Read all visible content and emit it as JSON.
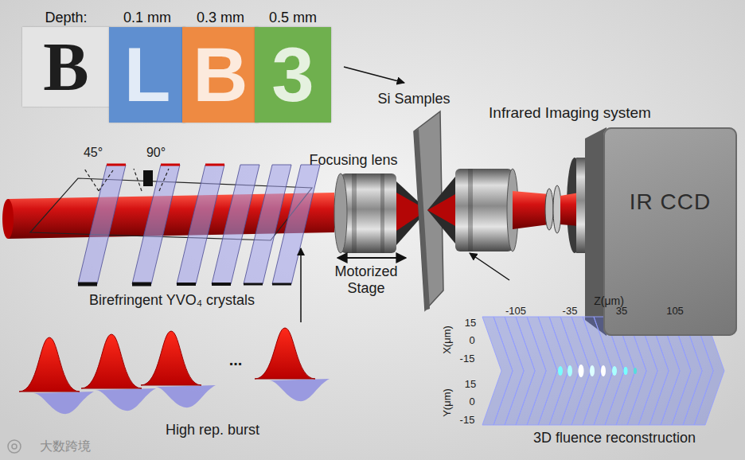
{
  "diagram": {
    "nodes": [
      {
        "text": [
          "Depth:",
          "B"
        ]
      },
      {
        "text": [
          "0.1 mm",
          "L"
        ]
      },
      {
        "text": [
          "0.3 mm",
          "B"
        ]
      },
      {
        "text": [
          "0.5 mm",
          "3"
        ]
      },
      {
        "text": [
          "IR CCD"
        ]
      }
    ],
    "labels": [
      "Si Samples",
      "Infrared Imaging system",
      "Focusing lens",
      "45°",
      "90°",
      "Birefringent YVO₄ crystals",
      "Motorized Stage",
      "High rep. burst",
      "...",
      "Z(μm)",
      "-105",
      "-35",
      "35",
      "105",
      "X(μm)",
      "15",
      "0",
      "-15",
      "Y(μm)",
      "15",
      "0",
      "-15",
      "3D fluence reconstruction",
      "大数跨境"
    ]
  }
}
